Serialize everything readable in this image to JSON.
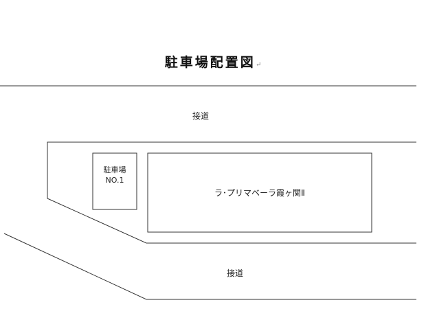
{
  "title": "駐車場配置図",
  "title_mark": "↵",
  "road_top_label": "接道",
  "road_bottom_label": "接道",
  "parking": {
    "line1": "駐車場",
    "line2": "NO.1"
  },
  "building_label": "ラ･プリマベーラ霞ヶ関Ⅱ",
  "colors": {
    "line": "#222222",
    "text": "#222222",
    "background": "#ffffff"
  }
}
